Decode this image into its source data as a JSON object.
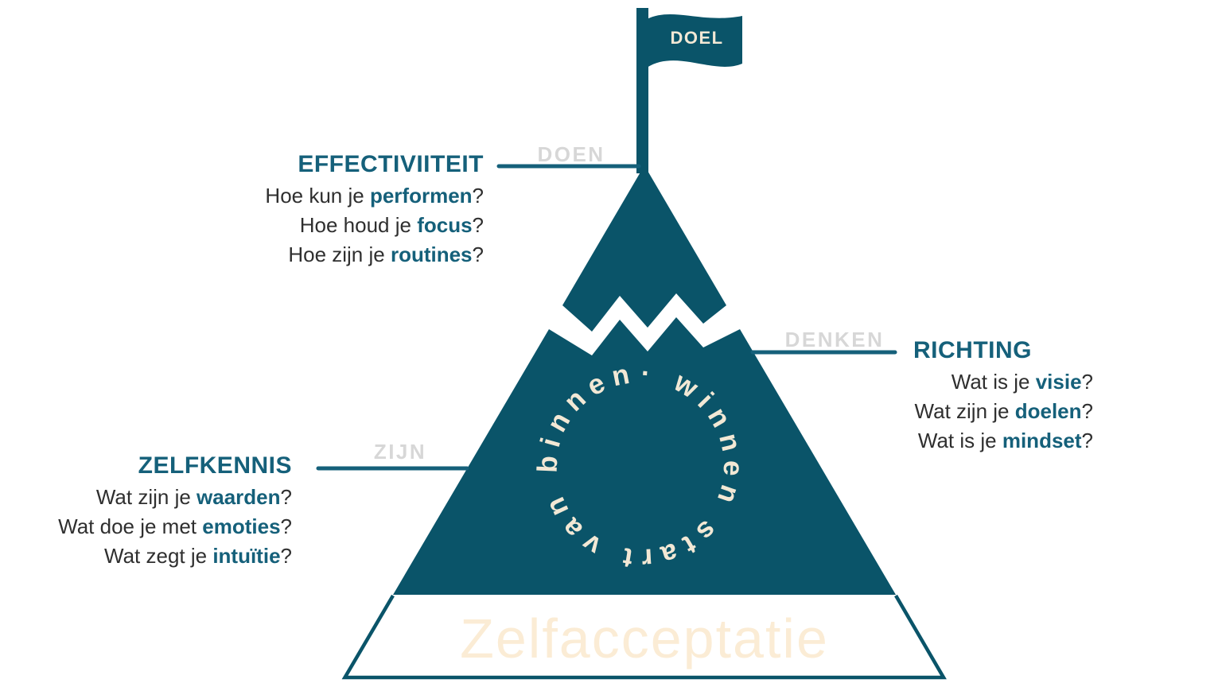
{
  "colors": {
    "teal_fill": "#0a5469",
    "teal_text": "#15607a",
    "gray_label": "#d7d7d7",
    "cream": "#f2e8d5",
    "peach": "#fbecd5",
    "ink": "#2f2f2f",
    "white": "#ffffff"
  },
  "flag": {
    "label": "DOEL"
  },
  "center_motto": "· winnen start van binnen",
  "base_label": "Zelfacceptatie",
  "tiers": {
    "doen": "DOEN",
    "denken": "DENKEN",
    "zijn": "ZIJN"
  },
  "blocks": {
    "effectiviiteit": {
      "heading": "EFFECTIVIITEIT",
      "questions": [
        {
          "prefix": "Hoe kun je ",
          "keyword": "performen",
          "suffix": "?"
        },
        {
          "prefix": "Hoe houd je ",
          "keyword": "focus",
          "suffix": "?"
        },
        {
          "prefix": "Hoe zijn je ",
          "keyword": "routines",
          "suffix": "?"
        }
      ]
    },
    "richting": {
      "heading": "RICHTING",
      "questions": [
        {
          "prefix": "Wat is je ",
          "keyword": "visie",
          "suffix": "?"
        },
        {
          "prefix": "Wat zijn je ",
          "keyword": "doelen",
          "suffix": "?"
        },
        {
          "prefix": "Wat is je ",
          "keyword": "mindset",
          "suffix": "?"
        }
      ]
    },
    "zelfkennis": {
      "heading": "ZELFKENNIS",
      "questions": [
        {
          "prefix": "Wat zijn je ",
          "keyword": "waarden",
          "suffix": "?"
        },
        {
          "prefix": "Wat doe je met ",
          "keyword": "emoties",
          "suffix": "?"
        },
        {
          "prefix": "Wat zegt je ",
          "keyword": "intuïtie",
          "suffix": "?"
        }
      ]
    }
  }
}
